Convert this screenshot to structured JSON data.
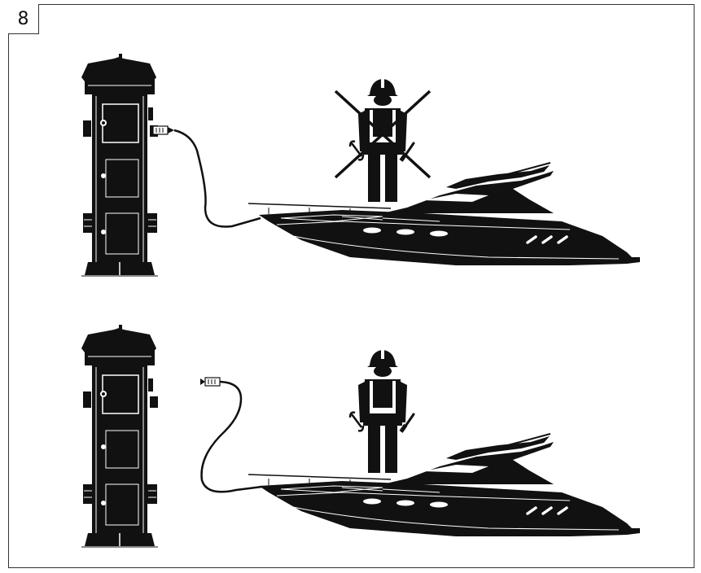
{
  "step_number": "8",
  "colors": {
    "ink": "#111111",
    "paper": "#ffffff",
    "frame": "#333333"
  },
  "panels": [
    {
      "id": "connected",
      "state": "shore-power-connected",
      "person_status": "prohibited",
      "icons": [
        "power-pedestal-icon",
        "power-cable-icon",
        "yacht-icon",
        "worker-icon",
        "prohibited-cross-icon"
      ]
    },
    {
      "id": "disconnected",
      "state": "shore-power-disconnected",
      "person_status": "allowed",
      "icons": [
        "power-pedestal-icon",
        "power-cable-icon",
        "yacht-icon",
        "worker-icon"
      ]
    }
  ]
}
